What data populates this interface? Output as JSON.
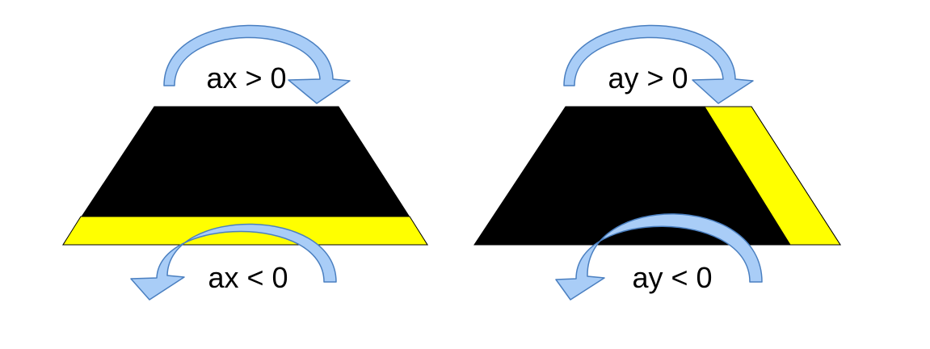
{
  "colors": {
    "background": "#ffffff",
    "body": "#000000",
    "highlight": "#ffff00",
    "arrow_fill": "#a9cdf7",
    "arrow_stroke": "#4a7fc0",
    "text": "#000000"
  },
  "panels": [
    {
      "id": "ax",
      "top_label": "ax > 0",
      "bottom_label": "ax < 0",
      "highlight_edge": "bottom"
    },
    {
      "id": "ay",
      "top_label": "ay > 0",
      "bottom_label": "ay < 0",
      "highlight_edge": "right"
    }
  ]
}
